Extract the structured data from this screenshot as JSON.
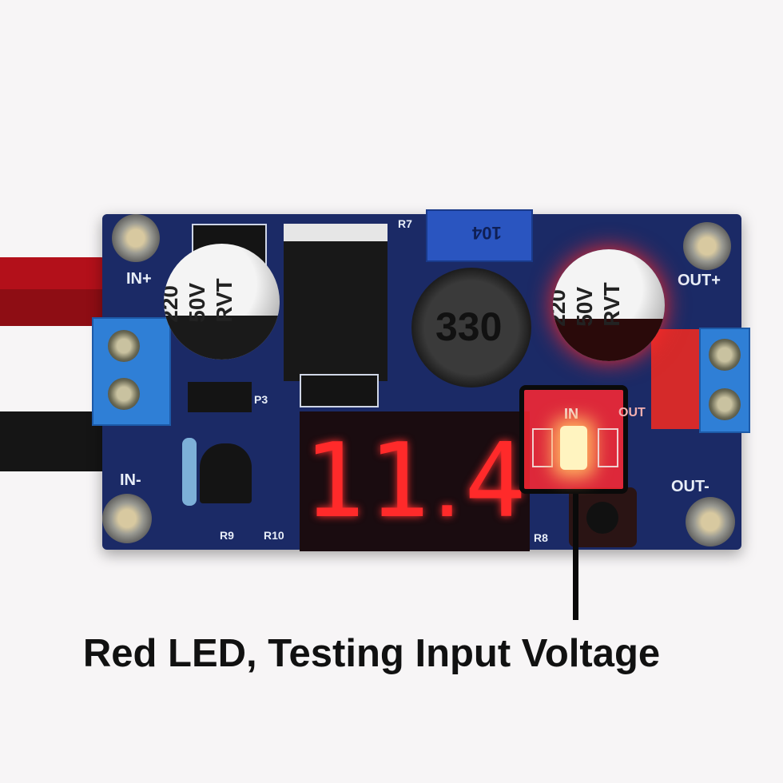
{
  "board": {
    "labels": {
      "in_plus": "IN+",
      "in_minus": "IN-",
      "out_plus": "OUT+",
      "out_minus": "OUT-",
      "r7": "R7",
      "r9": "R9",
      "r10": "R10",
      "r8": "R8",
      "p3": "P3",
      "led_in": "IN",
      "led_out": "OUT"
    },
    "input_capacitor": {
      "line1": "220",
      "line2": "50V",
      "line3": "RVT"
    },
    "output_capacitor": {
      "line1": "220",
      "line2": "50V",
      "line3": "RVT"
    },
    "inductor_marking": "330",
    "potentiometer_marking": "104",
    "display_digits": [
      "1",
      "1",
      "4"
    ],
    "display_decimal": "."
  },
  "annotation": {
    "caption": "Red LED, Testing Input Voltage"
  },
  "colors": {
    "pcb": "#1b2a66",
    "led_red": "#ff2a2a",
    "terminal_blue": "#2f7fd6"
  }
}
